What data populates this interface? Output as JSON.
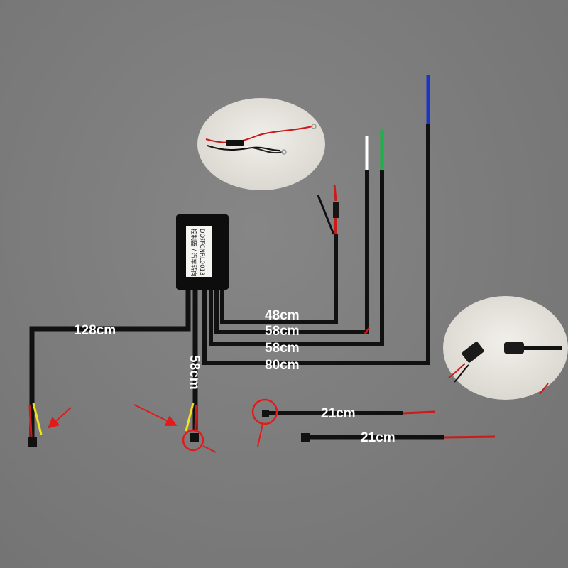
{
  "module": {
    "label_line1": "DQ环CNRL0013",
    "label_line2": "控制器 / 汽车转向"
  },
  "wires": [
    {
      "id": "w128",
      "length": "128cm"
    },
    {
      "id": "w48",
      "length": "48cm"
    },
    {
      "id": "w58a",
      "length": "58cm"
    },
    {
      "id": "w58b",
      "length": "58cm"
    },
    {
      "id": "w80",
      "length": "80cm"
    },
    {
      "id": "w58v",
      "length": "58cm"
    },
    {
      "id": "w21a",
      "length": "21cm"
    },
    {
      "id": "w21b",
      "length": "21cm"
    }
  ],
  "wire_tip_colors": {
    "blue": "#1a33c8",
    "white": "#ffffff",
    "green": "#19b34a",
    "red": "#d11414",
    "yellow": "#f2e21e",
    "annotation": "#e01b1b"
  },
  "insets": [
    {
      "id": "inline-fuse-photo",
      "content": "inline fuse with ring terminals"
    },
    {
      "id": "connector-photo",
      "content": "two-pin plug and socket connector"
    }
  ]
}
